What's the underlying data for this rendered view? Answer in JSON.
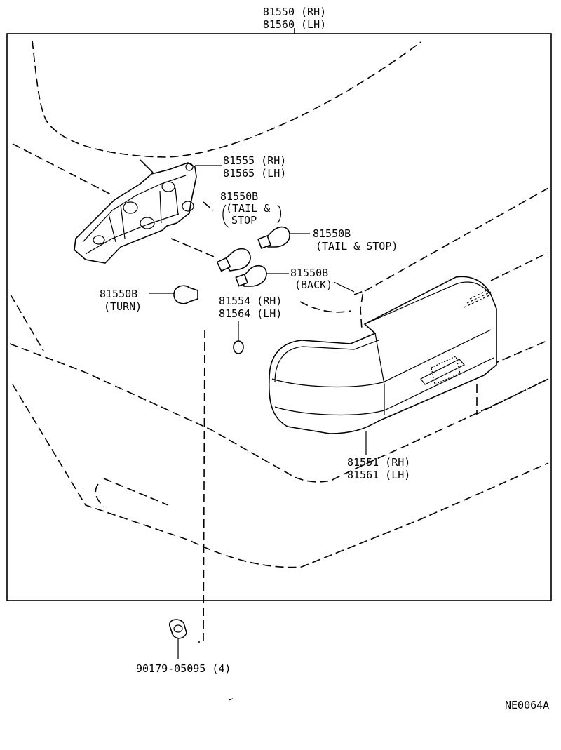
{
  "diagram": {
    "code": "NE0064A",
    "callouts": {
      "assembly": [
        "81550 (RH)",
        "81560 (LH)"
      ],
      "socket_housing": [
        "81555 (RH)",
        "81565 (LH)"
      ],
      "bulb_tail_stop_left": [
        "81550B",
        "(TAIL &",
        "STOP"
      ],
      "bulb_tail_stop_right": [
        "81550B",
        "(TAIL & STOP)"
      ],
      "bulb_back": [
        "81550B",
        "(BACK)"
      ],
      "bulb_turn": [
        "81550B",
        "(TURN)"
      ],
      "gasket": [
        "81554 (RH)",
        "81564 (LH)"
      ],
      "lens": [
        "81551 (RH)",
        "81561 (LH)"
      ],
      "nut": [
        "90179-05095 (4)"
      ]
    }
  }
}
